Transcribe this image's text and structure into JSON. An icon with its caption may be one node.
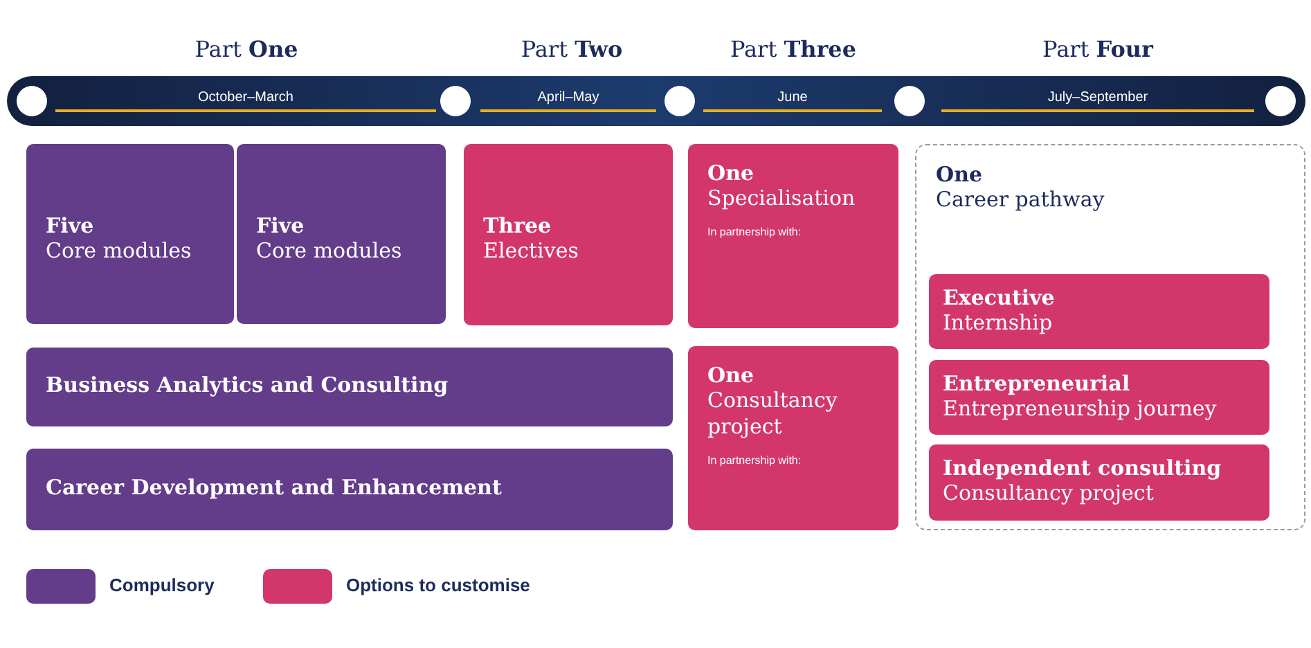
{
  "diagram": {
    "nodes": [
      {
        "text": [
          "Five",
          "Core modules"
        ]
      },
      {
        "text": [
          "Five",
          "Core modules"
        ]
      },
      {
        "text": [
          "Three",
          "Electives"
        ]
      },
      {
        "text": [
          "One",
          "Specialisation",
          "In partnership with:"
        ]
      },
      {
        "text": [
          "Business Analytics and Consulting"
        ]
      },
      {
        "text": [
          "One",
          "Consultancy project",
          "In partnership with:"
        ]
      },
      {
        "text": [
          "Career Development and Enhancement"
        ]
      },
      {
        "text": [
          "One",
          "Career pathway"
        ]
      },
      {
        "text": [
          "Executive",
          "Internship"
        ],
        "in": 7
      },
      {
        "text": [
          "Entrepreneurial",
          "Entrepreneurship journey"
        ],
        "in": 7
      },
      {
        "text": [
          "Independent consulting",
          "Consultancy project"
        ],
        "in": 7
      }
    ],
    "labels": [
      "Part **One**",
      "Part **Two**",
      "Part **Three**",
      "Part **Four**",
      "October–March",
      "April–May",
      "June",
      "July–September"
    ],
    "legend": [
      {
        "text": "Compulsory",
        "color": "#633c8a"
      },
      {
        "text": "Options to customise",
        "color": "#d3366b"
      }
    ]
  }
}
